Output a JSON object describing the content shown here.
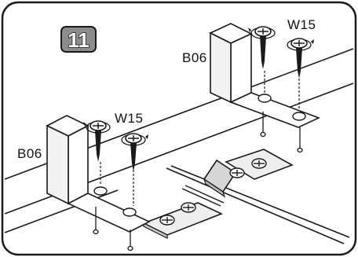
{
  "step_number": "11",
  "labels": {
    "bracket_left": "B06",
    "screw_left": "W15",
    "bracket_right": "B06",
    "screw_right": "W15"
  },
  "colors": {
    "frame": "#1a1a1a",
    "badge_fill": "#8c8c8c",
    "plate_fill": "#eeeeee",
    "bracket_fill": "#ffffff"
  }
}
